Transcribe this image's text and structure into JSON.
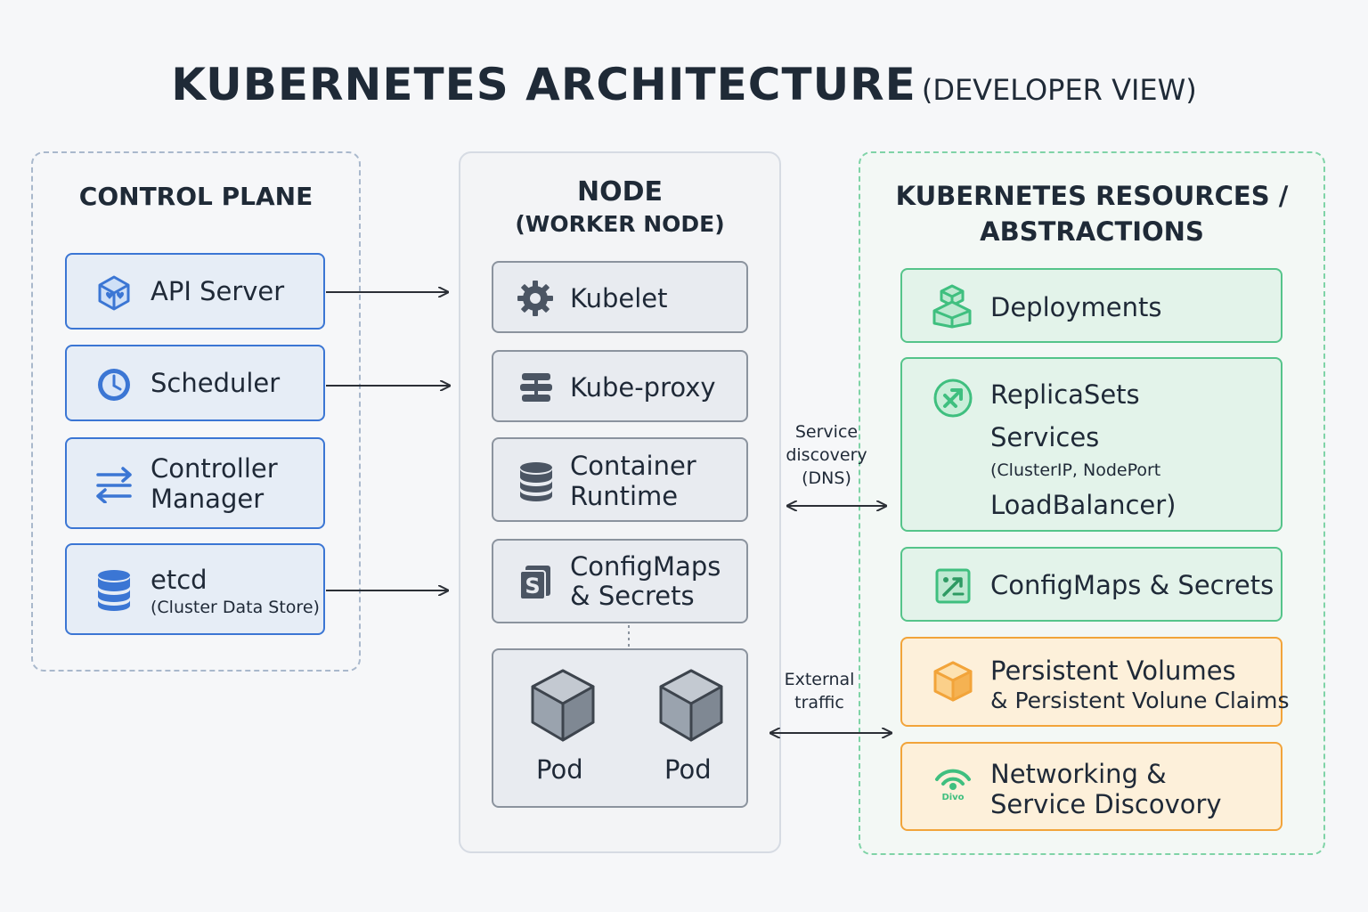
{
  "title": {
    "main": "KUBERNETES ARCHITECTURE",
    "sub": "(DEVELOPER VIEW)"
  },
  "control_plane": {
    "title": "CONTROL PLANE",
    "items": [
      {
        "label": "API Server",
        "icon": "cube-heart-icon"
      },
      {
        "label": "Scheduler",
        "icon": "clock-icon"
      },
      {
        "label_line1": "Controller",
        "label_line2": "Manager",
        "icon": "sync-arrows-icon"
      },
      {
        "label": "etcd",
        "note": "(Cluster Data Store)",
        "icon": "database-icon"
      }
    ]
  },
  "node": {
    "title": "NODE",
    "subtitle": "(WORKER NODE)",
    "items": [
      {
        "label": "Kubelet",
        "icon": "gear-icon"
      },
      {
        "label": "Kube-proxy",
        "icon": "proxy-icon"
      },
      {
        "label_line1": "Container",
        "label_line2": "Runtime",
        "icon": "database-icon"
      },
      {
        "label_line1": "ConfigMaps",
        "label_line2": "& Secrets",
        "icon": "secret-doc-icon"
      }
    ],
    "pods": [
      {
        "label": "Pod"
      },
      {
        "label": "Pod"
      }
    ]
  },
  "resources": {
    "title_line1": "KUBERNETES RESOURCES /",
    "title_line2": "ABSTRACTIONS",
    "items": [
      {
        "label": "Deployments",
        "icon": "stacked-cubes-icon"
      },
      {
        "label": "ReplicaSets",
        "sub1": "Services",
        "sub2": "(ClusterIP, NodePort",
        "sub3": "LoadBalancer)",
        "icon": "replica-icon"
      },
      {
        "label": "ConfigMaps & Secrets",
        "icon": "config-icon"
      },
      {
        "label_line1": "Persistent Volumes",
        "label_line2": "& Persistent Volune Claims",
        "icon": "volume-cube-icon"
      },
      {
        "label_line1": "Networking &",
        "label_line2": "Service Discovory",
        "icon": "wifi-icon",
        "icon_text": "Divo"
      }
    ]
  },
  "connectors": {
    "service_line1": "Service",
    "service_line2": "discovery",
    "service_line3": "(DNS)",
    "external_line1": "External",
    "external_line2": "traffic"
  },
  "colors": {
    "blue": "#3b76d4",
    "green": "#3fbf7f",
    "orange": "#f2a43a",
    "gray": "#5a616b"
  }
}
